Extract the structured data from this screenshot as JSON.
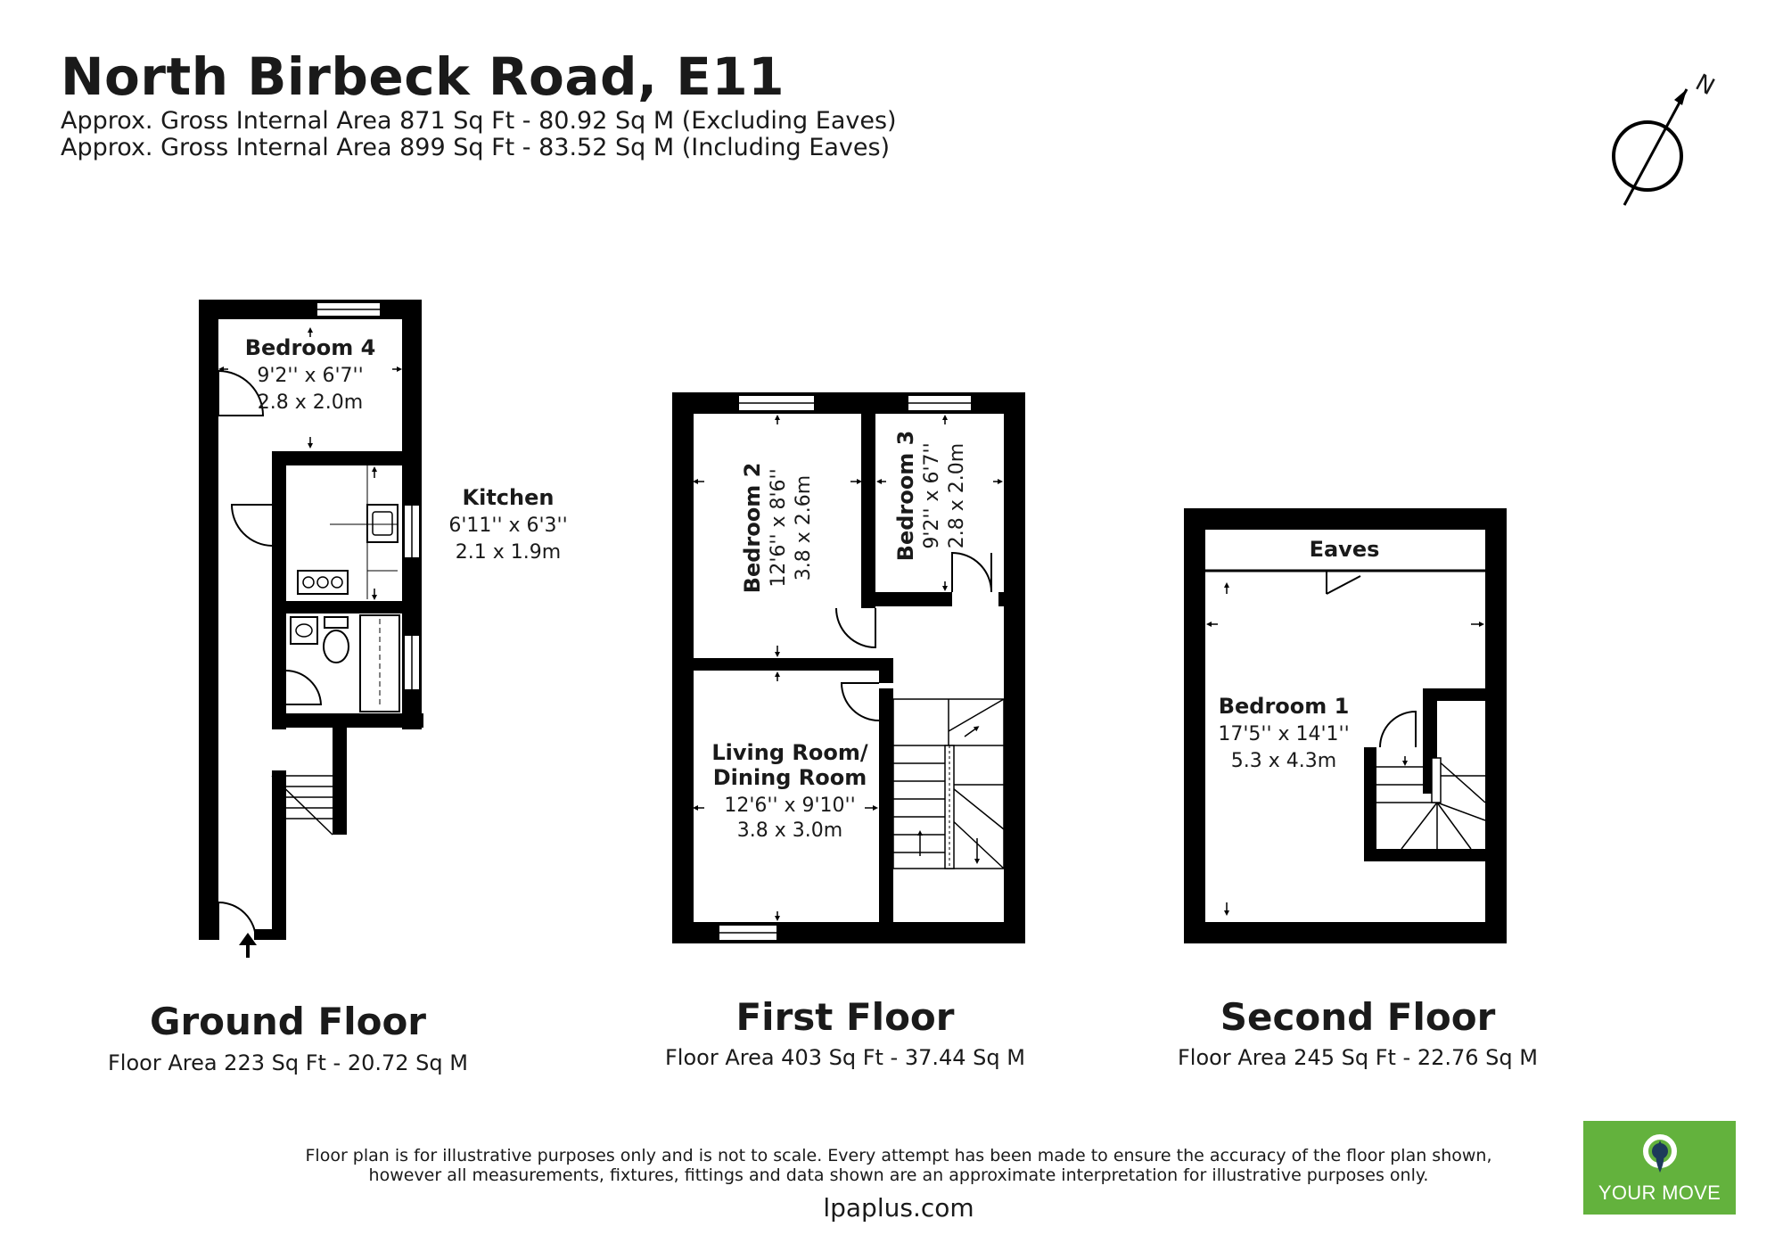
{
  "header": {
    "title": "North Birbeck Road, E11",
    "area_excluding": "Approx. Gross Internal Area 871 Sq Ft - 80.92 Sq M (Excluding Eaves)",
    "area_including": "Approx. Gross Internal Area 899 Sq Ft - 83.52 Sq M (Including Eaves)"
  },
  "compass": {
    "label": "N"
  },
  "floors": [
    {
      "name": "Ground Floor",
      "area": "Floor Area 223 Sq Ft - 20.72 Sq M",
      "rooms": [
        {
          "name": "Bedroom 4",
          "dim_imperial": "9'2'' x 6'7''",
          "dim_metric": "2.8 x 2.0m"
        },
        {
          "name": "Kitchen",
          "dim_imperial": "6'11'' x 6'3''",
          "dim_metric": "2.1 x 1.9m"
        }
      ]
    },
    {
      "name": "First Floor",
      "area": "Floor Area 403 Sq Ft - 37.44 Sq M",
      "rooms": [
        {
          "name": "Bedroom 2",
          "dim_imperial": "12'6'' x 8'6''",
          "dim_metric": "3.8 x 2.6m"
        },
        {
          "name": "Bedroom 3",
          "dim_imperial": "9'2'' x 6'7''",
          "dim_metric": "2.8 x 2.0m"
        },
        {
          "name": "Living Room/",
          "name_line2": "Dining Room",
          "dim_imperial": "12'6'' x 9'10''",
          "dim_metric": "3.8 x 3.0m"
        }
      ]
    },
    {
      "name": "Second Floor",
      "area": "Floor Area 245 Sq Ft - 22.76 Sq M",
      "rooms": [
        {
          "name": "Eaves"
        },
        {
          "name": "Bedroom 1",
          "dim_imperial": "17'5'' x 14'1''",
          "dim_metric": "5.3 x 4.3m"
        }
      ]
    }
  ],
  "footer": {
    "disclaimer_line1": "Floor plan is for illustrative purposes only and is not to scale. Every attempt has been made to ensure the accuracy of the floor plan shown,",
    "disclaimer_line2": "however all measurements, fixtures, fittings and data shown are an approximate interpretation for illustrative purposes only.",
    "website": "lpaplus.com"
  },
  "logo": {
    "text": "YOUR MOVE",
    "color": "#63b23d"
  },
  "colors": {
    "wall": "#000000",
    "text": "#1a1a1a"
  }
}
